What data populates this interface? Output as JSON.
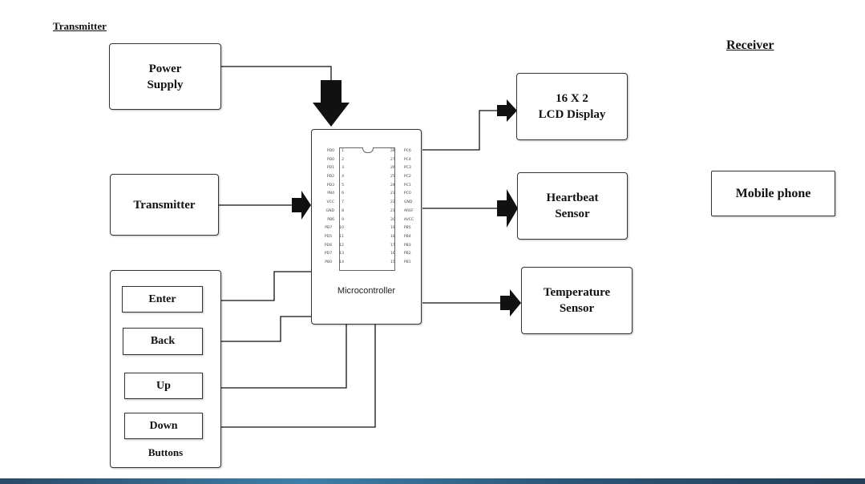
{
  "headings": {
    "transmitter": "Transmitter",
    "receiver": "Receiver"
  },
  "blocks": {
    "power_supply": "Power\nSupply",
    "transmitter": "Transmitter",
    "lcd_display": "16 X  2\nLCD Display",
    "heartbeat_sensor": "Heartbeat\nSensor",
    "temperature_sensor": "Temperature\nSensor",
    "mobile_phone": "Mobile phone"
  },
  "microcontroller": {
    "label": "Microcontroller",
    "pins_left": [
      {
        "name": "PD0",
        "num": "1"
      },
      {
        "name": "PD0",
        "num": "2"
      },
      {
        "name": "PD1",
        "num": "3"
      },
      {
        "name": "PD2",
        "num": "4"
      },
      {
        "name": "PD3",
        "num": "5"
      },
      {
        "name": "PB4",
        "num": "6"
      },
      {
        "name": "VCC",
        "num": "7"
      },
      {
        "name": "GND",
        "num": "8"
      },
      {
        "name": "PB6",
        "num": "9"
      },
      {
        "name": "PB7",
        "num": "10"
      },
      {
        "name": "PD5",
        "num": "11"
      },
      {
        "name": "PD6",
        "num": "12"
      },
      {
        "name": "PD7",
        "num": "13"
      },
      {
        "name": "PB0",
        "num": "14"
      }
    ],
    "pins_right": [
      {
        "name": "PC6",
        "num": "28"
      },
      {
        "name": "PC4",
        "num": "27"
      },
      {
        "name": "PC3",
        "num": "26"
      },
      {
        "name": "PC2",
        "num": "25"
      },
      {
        "name": "PC1",
        "num": "24"
      },
      {
        "name": "PC0",
        "num": "23"
      },
      {
        "name": "GND",
        "num": "22"
      },
      {
        "name": "AREF",
        "num": "21"
      },
      {
        "name": "AVCC",
        "num": "20"
      },
      {
        "name": "PB5",
        "num": "19"
      },
      {
        "name": "PB4",
        "num": "18"
      },
      {
        "name": "PB3",
        "num": "17"
      },
      {
        "name": "PB2",
        "num": "16"
      },
      {
        "name": "PB1",
        "num": "15"
      }
    ]
  },
  "buttons": {
    "enter": "Enter",
    "back": "Back",
    "up": "Up",
    "down": "Down",
    "group_label": "Buttons"
  },
  "colors": {
    "line": "#111111",
    "border": "#333333",
    "bottom_bar": "#3f7fa8"
  }
}
